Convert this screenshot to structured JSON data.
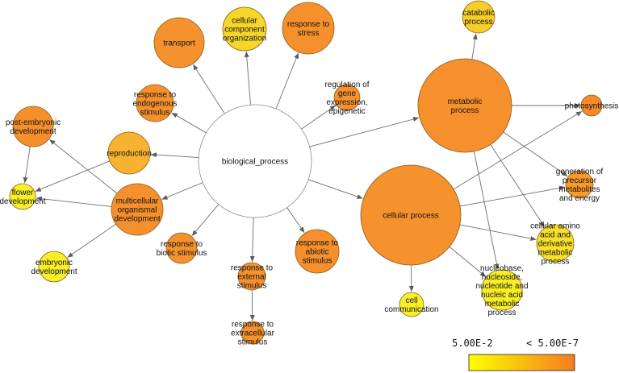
{
  "diagram": {
    "nodes": [
      {
        "id": "bp",
        "lines": [
          "biological_process"
        ],
        "color": "#ffffff",
        "root": true
      },
      {
        "id": "transport",
        "lines": [
          "transport"
        ],
        "color": "#f5922e"
      },
      {
        "id": "cco",
        "lines": [
          "cellular",
          "component",
          "organization"
        ],
        "color": "#f6d628"
      },
      {
        "id": "rts",
        "lines": [
          "response to",
          "stress"
        ],
        "color": "#f5902c"
      },
      {
        "id": "catabolic",
        "lines": [
          "catabolic",
          "process"
        ],
        "color": "#f6cd2a"
      },
      {
        "id": "rtes",
        "lines": [
          "response to",
          "endogenous",
          "stimulus"
        ],
        "color": "#f5902c"
      },
      {
        "id": "rge",
        "lines": [
          "regulation of",
          "gene",
          "expression,",
          "epigenetic"
        ],
        "color": "#f5922e"
      },
      {
        "id": "metabolic",
        "lines": [
          "metabolic",
          "process"
        ],
        "color": "#f5902c"
      },
      {
        "id": "photo",
        "lines": [
          "photosynthesis"
        ],
        "color": "#f58b2a"
      },
      {
        "id": "ped",
        "lines": [
          "post-embryonic",
          "development"
        ],
        "color": "#f58f2c"
      },
      {
        "id": "repro",
        "lines": [
          "reproduction"
        ],
        "color": "#f7b330"
      },
      {
        "id": "flower",
        "lines": [
          "flower",
          "development"
        ],
        "color": "#f7f026"
      },
      {
        "id": "mod",
        "lines": [
          "multicellular",
          "organismal",
          "development"
        ],
        "color": "#f5902c"
      },
      {
        "id": "gpm",
        "lines": [
          "generation of",
          "precursor",
          "metabolites",
          "and energy"
        ],
        "color": "#f59a2c"
      },
      {
        "id": "cellular",
        "lines": [
          "cellular process"
        ],
        "color": "#f5922e"
      },
      {
        "id": "caa",
        "lines": [
          "cellular amino",
          "acid and",
          "derivative",
          "metabolic",
          "process"
        ],
        "color": "#f6e02a"
      },
      {
        "id": "rtbs",
        "lines": [
          "response to",
          "biotic stimulus"
        ],
        "color": "#f5922e"
      },
      {
        "id": "rtas",
        "lines": [
          "response to",
          "abiotic",
          "stimulus"
        ],
        "color": "#f5902c"
      },
      {
        "id": "embryo",
        "lines": [
          "embryonic",
          "development"
        ],
        "color": "#f7ee26"
      },
      {
        "id": "rtex",
        "lines": [
          "response to",
          "external",
          "stimulus"
        ],
        "color": "#f5922e"
      },
      {
        "id": "nuc",
        "lines": [
          "nucleobase,",
          "nucleoside,",
          "nucleotide and",
          "nucleic acid",
          "metabolic",
          "process"
        ],
        "color": "#f7ee26"
      },
      {
        "id": "cellcomm",
        "lines": [
          "cell",
          "communication"
        ],
        "color": "#f7f026"
      },
      {
        "id": "rtexc",
        "lines": [
          "response to",
          "extracellular",
          "stimulus"
        ],
        "color": "#f5922e"
      }
    ],
    "edges": [
      [
        "bp",
        "transport"
      ],
      [
        "bp",
        "cco"
      ],
      [
        "bp",
        "rts"
      ],
      [
        "bp",
        "rtes"
      ],
      [
        "bp",
        "rge"
      ],
      [
        "bp",
        "metabolic"
      ],
      [
        "bp",
        "repro"
      ],
      [
        "bp",
        "mod"
      ],
      [
        "bp",
        "cellular"
      ],
      [
        "bp",
        "rtbs"
      ],
      [
        "bp",
        "rtas"
      ],
      [
        "bp",
        "rtex"
      ],
      [
        "metabolic",
        "catabolic"
      ],
      [
        "metabolic",
        "photo"
      ],
      [
        "metabolic",
        "gpm"
      ],
      [
        "metabolic",
        "caa"
      ],
      [
        "metabolic",
        "nuc"
      ],
      [
        "cellular",
        "photo"
      ],
      [
        "cellular",
        "gpm"
      ],
      [
        "cellular",
        "caa"
      ],
      [
        "cellular",
        "nuc"
      ],
      [
        "cellular",
        "cellcomm"
      ],
      [
        "mod",
        "ped"
      ],
      [
        "mod",
        "flower"
      ],
      [
        "mod",
        "embryo"
      ],
      [
        "ped",
        "flower"
      ],
      [
        "repro",
        "flower"
      ],
      [
        "rtex",
        "rtexc"
      ]
    ]
  },
  "legend": {
    "min_label": "5.00E-2",
    "max_label": "< 5.00E-7",
    "color_start": "#ffff00",
    "color_end": "#f57c1f"
  }
}
